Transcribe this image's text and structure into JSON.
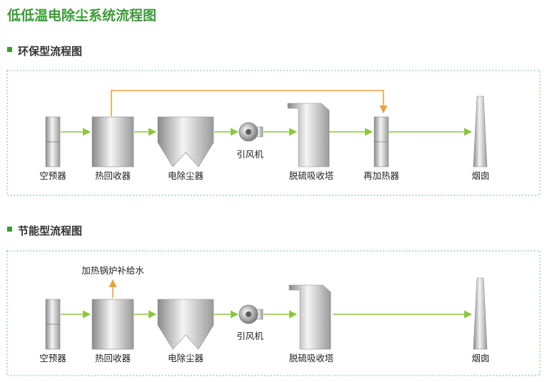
{
  "title": "低低温电除尘系统流程图",
  "colors": {
    "title": "#3a9a35",
    "section_marker": "#3a9a35",
    "dotted_border": "#4caf50",
    "flow_arrow": "#8cc63f",
    "bypass_arrow": "#e8a33c",
    "equipment_dark": "#8a8a8a",
    "equipment_light": "#f4f4f4"
  },
  "sections": [
    {
      "heading": "环保型流程图",
      "labels": {
        "air_preheater": "空预器",
        "heat_recovery": "热回收器",
        "esp": "电除尘器",
        "fan": "引风机",
        "desulfurizer": "脱硫吸收塔",
        "reheater": "再加热器",
        "chimney": "烟囱"
      }
    },
    {
      "heading": "节能型流程图",
      "labels": {
        "air_preheater": "空预器",
        "heat_recovery": "热回收器",
        "esp": "电除尘器",
        "fan": "引风机",
        "desulfurizer": "脱硫吸收塔",
        "chimney": "烟囱",
        "boiler_feed": "加热锅炉补给水"
      }
    }
  ]
}
